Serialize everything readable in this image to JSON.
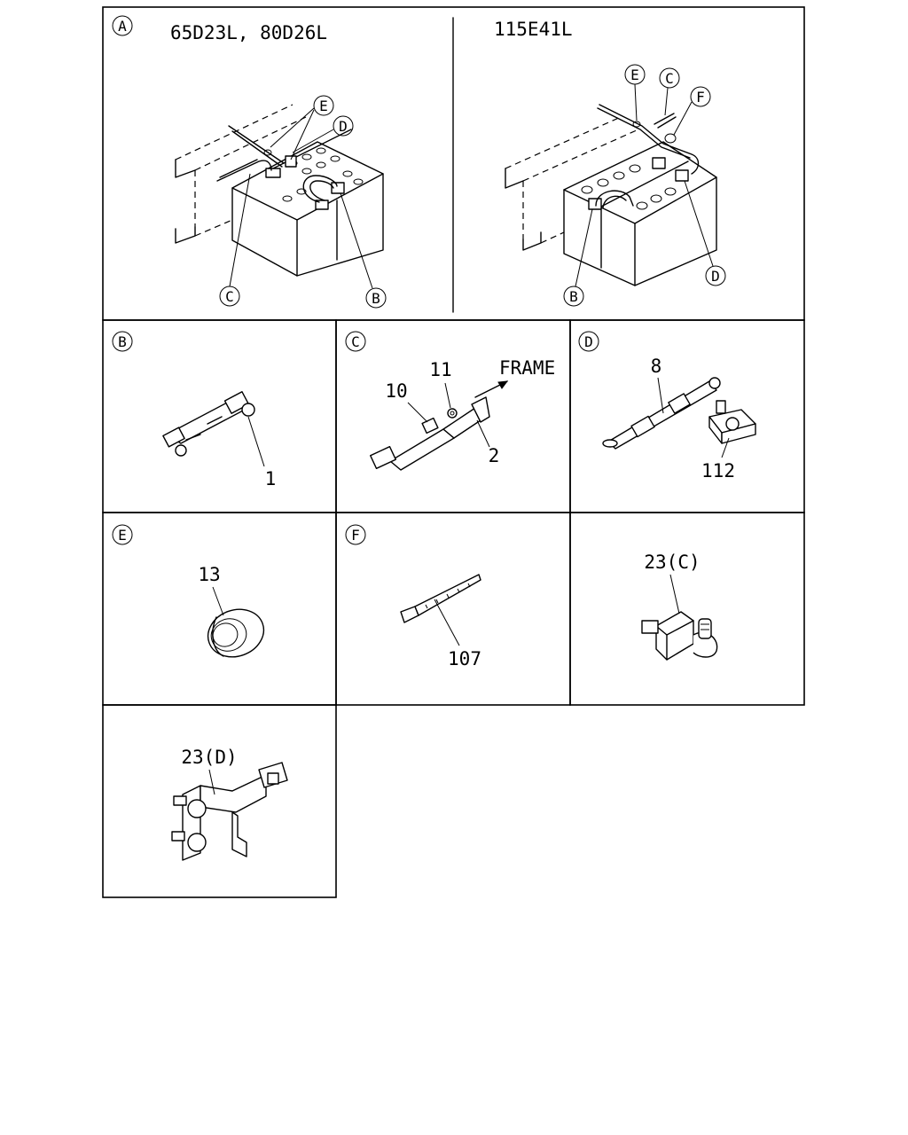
{
  "panels": {
    "A": {
      "letter": "A",
      "left_title": "65D23L, 80D26L",
      "right_title": "115E41L",
      "left_callouts": [
        "E",
        "D",
        "C",
        "B"
      ],
      "right_callouts": [
        "E",
        "C",
        "F",
        "B",
        "D"
      ]
    },
    "B": {
      "letter": "B",
      "parts": [
        "1"
      ]
    },
    "C": {
      "letter": "C",
      "parts": [
        "10",
        "11",
        "2"
      ],
      "frame_label": "FRAME"
    },
    "D": {
      "letter": "D",
      "parts": [
        "8",
        "112"
      ]
    },
    "E": {
      "letter": "E",
      "parts": [
        "13"
      ]
    },
    "F": {
      "letter": "F",
      "parts": [
        "107"
      ]
    },
    "G": {
      "parts": [
        "23(C)"
      ]
    },
    "H": {
      "parts": [
        "23(D)"
      ]
    }
  }
}
